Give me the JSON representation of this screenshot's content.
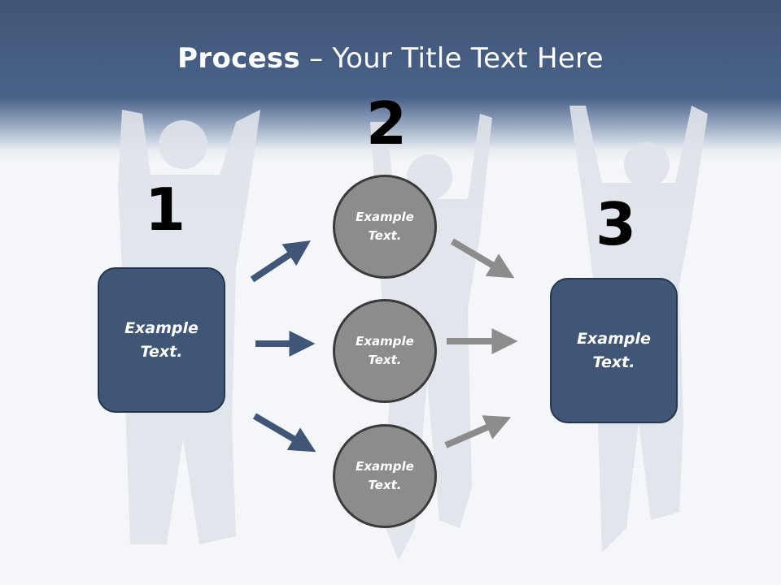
{
  "slide": {
    "title_bold": "Process",
    "title_rest": " – Your Title Text Here"
  },
  "steps": {
    "n1": "1",
    "n2": "2",
    "n3": "3"
  },
  "boxes": {
    "left": "Example Text.",
    "right": "Example Text."
  },
  "circles": {
    "top": "Example Text.",
    "middle": "Example Text.",
    "bottom": "Example Text."
  },
  "colors": {
    "header": "#4a6289",
    "box": "#3f5677",
    "circle": "#8c8c8c",
    "arrow_blue": "#3f5677",
    "arrow_gray": "#8c8c8c"
  }
}
